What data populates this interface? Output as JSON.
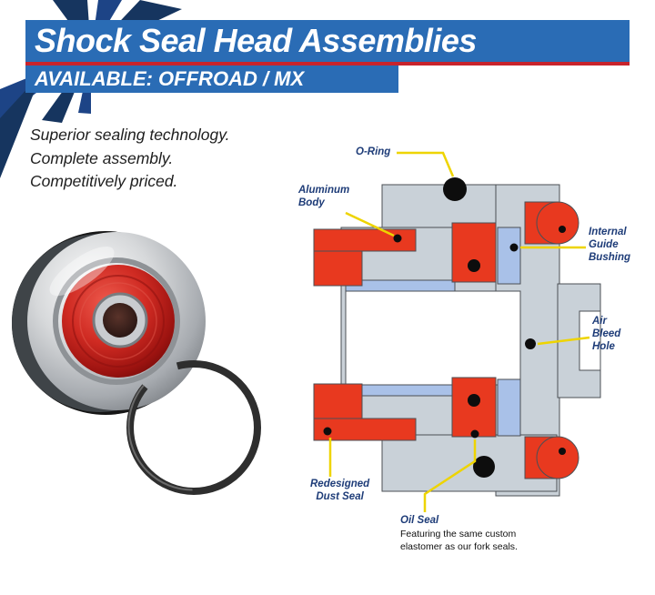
{
  "colors": {
    "banner-blue": "#2a6cb5",
    "accent-red": "#c8232c",
    "label-navy": "#1e3c78",
    "leader-yellow": "#eed400",
    "diagram-gray": "#c9d1d8",
    "seal-red": "#e8391f",
    "bushing-blue": "#a9c1e8",
    "burst-navy": "#16355f",
    "burst-navy-2": "#1d4486"
  },
  "header": {
    "title": "Shock Seal Head Assemblies",
    "availability": "AVAILABLE: OFFROAD / MX"
  },
  "intro": {
    "text": "Superior sealing technology.\nComplete assembly.\nCompetitively priced."
  },
  "diagram": {
    "labels": {
      "o_ring": "O-Ring",
      "aluminum_body": "Aluminum\nBody",
      "internal_guide_bushing": "Internal\nGuide\nBushing",
      "air_bleed_hole": "Air\nBleed\nHole",
      "redesigned_dust_seal": "Redesigned\nDust Seal",
      "oil_seal": "Oil Seal",
      "oil_seal_note": "Featuring the same custom\nelastomer as our fork seals."
    }
  }
}
